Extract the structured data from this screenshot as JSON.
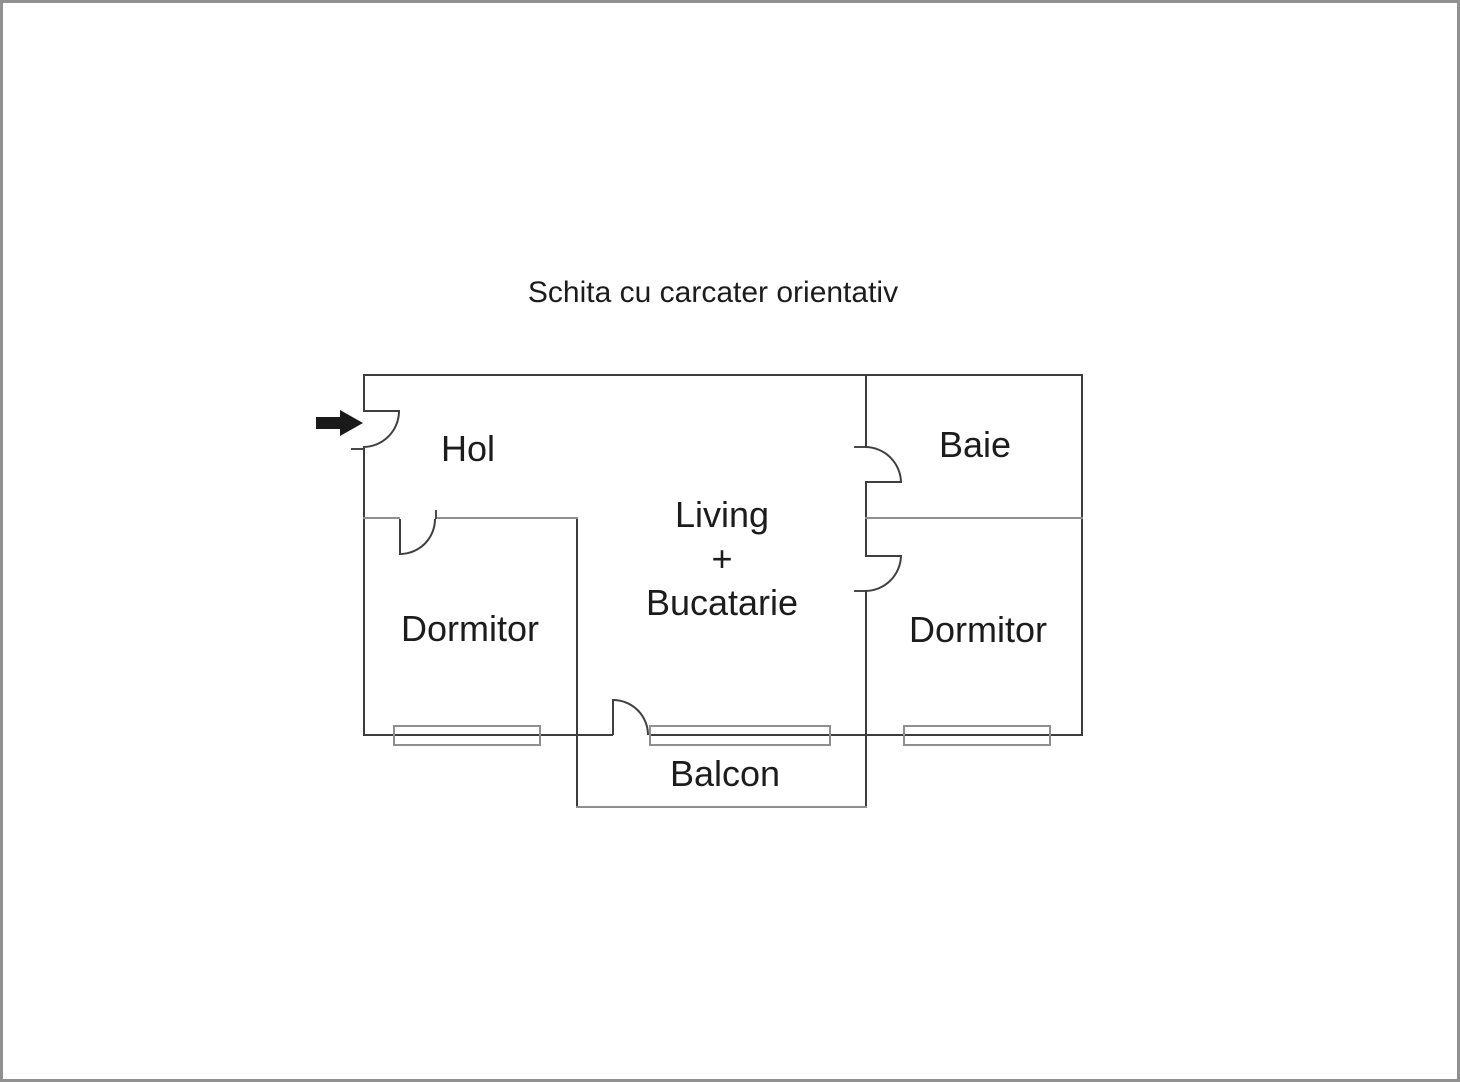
{
  "page": {
    "title": "Schita cu carcater orientativ"
  },
  "floor_plan": {
    "rooms": {
      "hol": "Hol",
      "baie": "Baie",
      "living_line1": "Living",
      "living_line2": "+",
      "living_line3": "Bucatarie",
      "dormitor_left": "Dormitor",
      "dormitor_right": "Dormitor",
      "balcon": "Balcon"
    },
    "icons": {
      "entrance_arrow": "arrow-right"
    },
    "colors": {
      "wall": "#3c3c3c",
      "partition": "#8f8f8f",
      "window_frame": "#8f8f8f",
      "door_line": "#3f3f3f",
      "text": "#1c1c1c",
      "arrow": "#1a1a1a",
      "page_border": "#919191",
      "background": "#ffffff"
    }
  }
}
